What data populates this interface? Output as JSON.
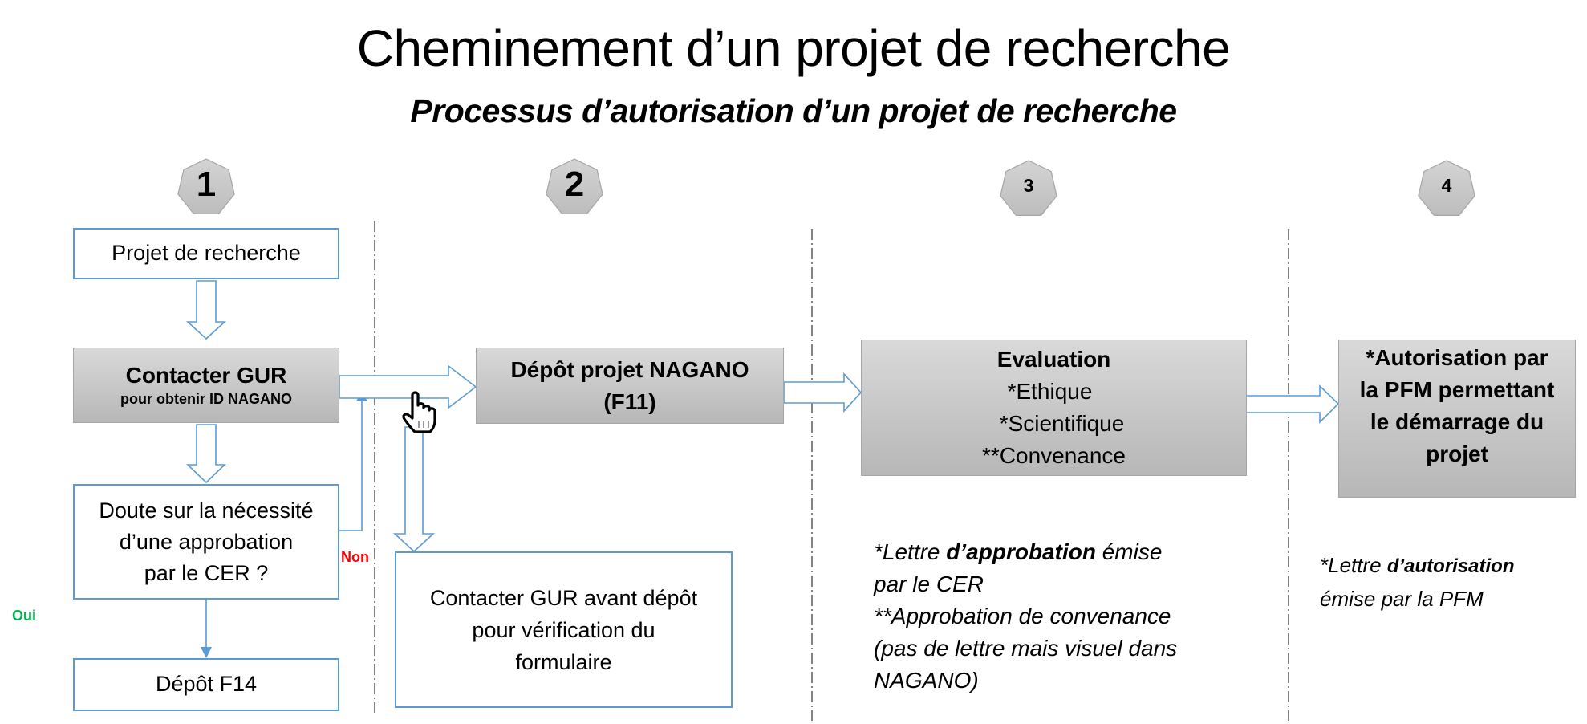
{
  "header": {
    "title": "Cheminement d’un projet de recherche",
    "subtitle": "Processus d’autorisation d’un projet de recherche"
  },
  "steps": [
    {
      "number": "1"
    },
    {
      "number": "2"
    },
    {
      "number": "3"
    },
    {
      "number": "4"
    }
  ],
  "column1": {
    "projet": "Projet de recherche",
    "contacter_title": "Contacter GUR",
    "contacter_sub": "pour obtenir ID NAGANO",
    "doute_lines": [
      "Doute sur la nécessité",
      "d’une approbation",
      "par le CER ?"
    ],
    "depot_f14": "Dépôt F14",
    "oui_label": "Oui",
    "non_label": "Non"
  },
  "column2": {
    "depot_lines": [
      "Dépôt projet NAGANO",
      "(F11)"
    ],
    "contact_lines": [
      "Contacter GUR avant dépôt",
      "pour vérification du",
      "formulaire"
    ]
  },
  "column3": {
    "eval_title": "Evaluation",
    "eval_items": [
      "*Ethique",
      "*Scientifique",
      "**Convenance"
    ],
    "note": {
      "l1_a": "*Lettre ",
      "l1_b": "d’approbation",
      "l1_c": " émise",
      "l2": "par le CER",
      "l3": "**Approbation de convenance",
      "l4": "(pas de lettre mais visuel dans",
      "l5": "NAGANO)"
    }
  },
  "column4": {
    "auth_lines": [
      "*Autorisation par",
      "la PFM permettant",
      "le démarrage du",
      "projet"
    ],
    "note": {
      "l1_a": "*Lettre ",
      "l1_b": "d’autorisation",
      "l2": "émise par la PFM"
    }
  },
  "colors": {
    "box_border": "#5b9bd5",
    "gray_top": "#d9d9d9",
    "gray_bottom": "#b7b7b7",
    "heptagon_fill": "#c8c8c8",
    "oui": "#00b050",
    "non": "#ff0000",
    "divider": "#404040"
  },
  "icons": {
    "cursor": "hand-pointer-icon"
  }
}
